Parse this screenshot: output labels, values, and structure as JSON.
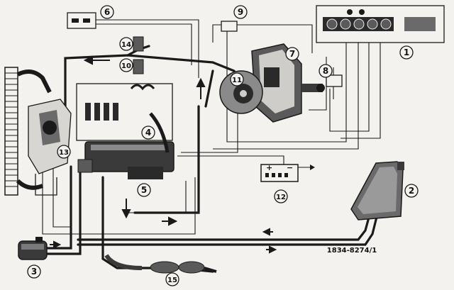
{
  "figure_label": "1834-8274/1",
  "callouts": [
    "1",
    "2",
    "3",
    "4",
    "5",
    "6",
    "7",
    "8",
    "9",
    "10",
    "11",
    "12",
    "13",
    "14",
    "15"
  ],
  "battery_signs": {
    "plus": "+",
    "minus": "−"
  },
  "colors": {
    "ink": "#1a1a1a",
    "paper": "#f4f2ee",
    "shade": "#5a5a5a",
    "light": "#bdbdbd"
  }
}
